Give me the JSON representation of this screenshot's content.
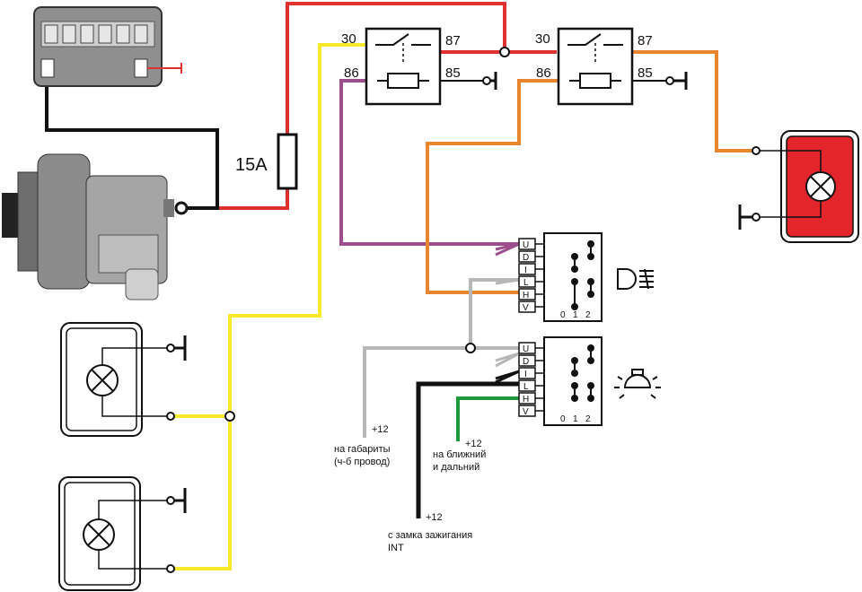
{
  "fuse": {
    "rating": "15A"
  },
  "relay_left": {
    "pin30": "30",
    "pin86": "86",
    "pin87": "87",
    "pin85": "85"
  },
  "relay_right": {
    "pin30": "30",
    "pin86": "86",
    "pin87": "87",
    "pin85": "85"
  },
  "switch_upper": {
    "pins": [
      "U",
      "D",
      "I",
      "L",
      "H",
      "V"
    ],
    "positions": [
      "0",
      "1",
      "2"
    ],
    "symbol": "high-beam-icon"
  },
  "switch_lower": {
    "pins": [
      "U",
      "D",
      "I",
      "L",
      "H",
      "V"
    ],
    "positions": [
      "0",
      "1",
      "2"
    ],
    "symbol": "light-bulb-icon"
  },
  "notes": {
    "parking": {
      "voltage": "+12",
      "line1": "на габариты",
      "line2": "(ч-б провод)"
    },
    "beams": {
      "voltage": "+12",
      "line1": "на ближний",
      "line2": "и дальний"
    },
    "ignition": {
      "voltage": "+12",
      "line1": "с замка зажигания",
      "line2": "INT"
    }
  },
  "colors": {
    "red_wire": "#e03131",
    "yellow_wire": "#f7ea2b",
    "orange_wire": "#e8852f",
    "purple_wire": "#9b4d8c",
    "gray_wire": "#b7b7b7",
    "black_wire": "#111111",
    "green_wire": "#1e9a3c",
    "lamp_red": "#e3262b"
  }
}
